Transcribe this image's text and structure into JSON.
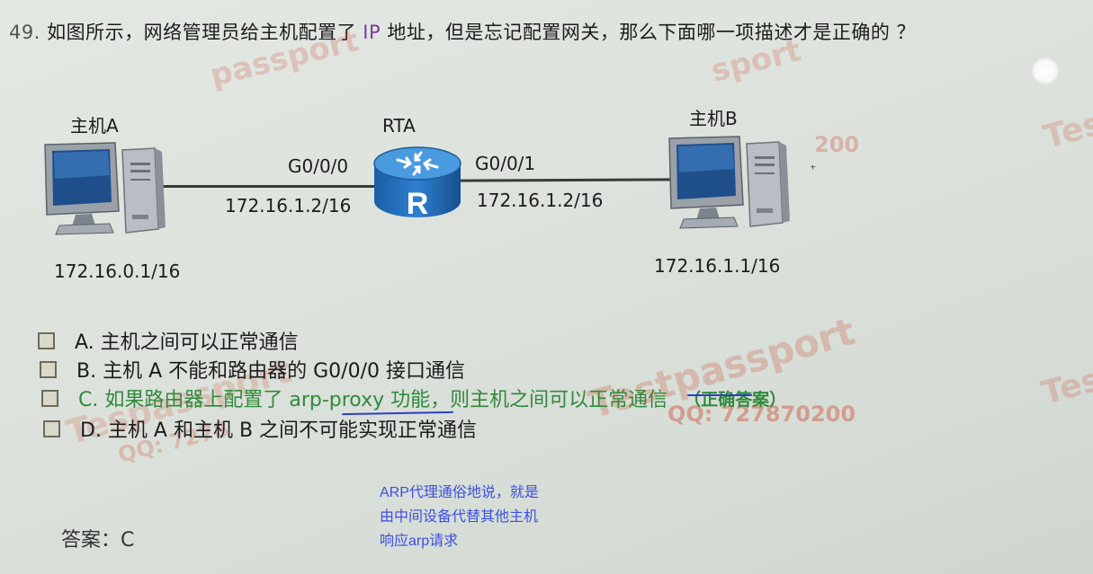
{
  "question": {
    "number": "49.",
    "text_before": "如图所示，网络管理员给主机配置了 ",
    "ip_word": "IP",
    "text_after": " 地址，但是忘记配置网关，那么下面哪一项描述才是正确的 ？"
  },
  "diagram": {
    "host_a_label": "主机A",
    "host_b_label": "主机B",
    "router_label": "RTA",
    "port_left": "G0/0/0",
    "port_right": "G0/0/1",
    "ip_left_iface": "172.16.1.2/16",
    "ip_right_iface": "172.16.1.2/16",
    "host_a_ip": "172.16.0.1/16",
    "host_b_ip": "172.16.1.1/16"
  },
  "options": [
    {
      "key": "A",
      "text": "A. 主机之间可以正常通信"
    },
    {
      "key": "B",
      "text": "B. 主机  A 不能和路由器的  G0/0/0 接口通信"
    },
    {
      "key": "C",
      "text": "C. 如果路由器上配置了  arp-proxy 功能，则主机之间可以正常通信",
      "note": "（正确答案）"
    },
    {
      "key": "D",
      "text": "D. 主机  A 和主机  B 之间不可能实现正常通信"
    }
  ],
  "answer": "答案：C",
  "note": "ARP代理通俗地说，就是由中间设备代替其他主机响应arp请求",
  "watermark": {
    "brand": "Testpassport",
    "qq": "QQ: 727870200",
    "partial_num": "200",
    "partial_brand": "Tes"
  },
  "colors": {
    "correct_option": "#2f8a3a",
    "annotation": "#3d4fe0",
    "underline": "#2b3ec9",
    "watermark": "#cd462d"
  }
}
